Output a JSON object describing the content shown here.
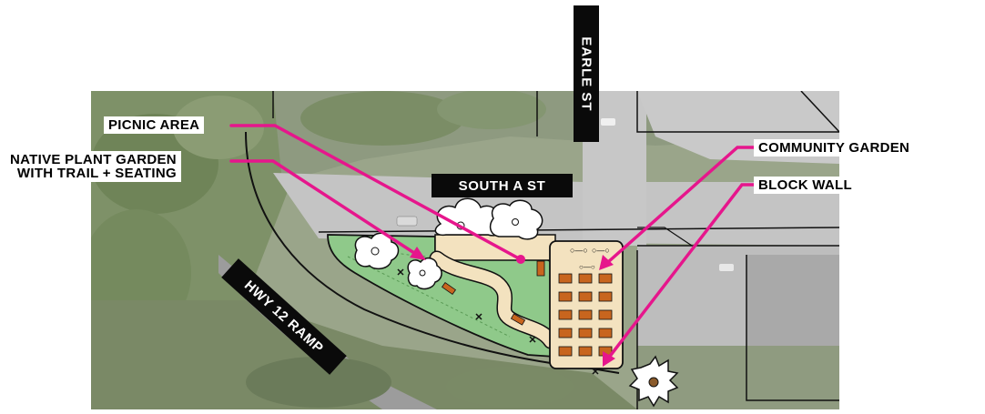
{
  "streets": {
    "earle": "EARLE ST",
    "south_a": "SOUTH A ST",
    "hwy_ramp": "HWY 12 RAMP"
  },
  "callouts": {
    "picnic_area": "PICNIC AREA",
    "native_garden_line1": "NATIVE PLANT GARDEN",
    "native_garden_line2": "WITH TRAIL + SEATING",
    "community_garden": "COMMUNITY GARDEN",
    "block_wall": "BLOCK WALL"
  },
  "colors": {
    "leader": "#e6168c",
    "planting": "#8fc98a",
    "plaza": "#f3e2bf",
    "planter": "#c8651e",
    "aerial_road": "#bcbcbc",
    "aerial_green": "#7c8f66"
  },
  "icons": {
    "tree": "tree-icon",
    "shrub": "shrub-icon",
    "seat": "bench-icon",
    "marker": "x-marker-icon"
  }
}
